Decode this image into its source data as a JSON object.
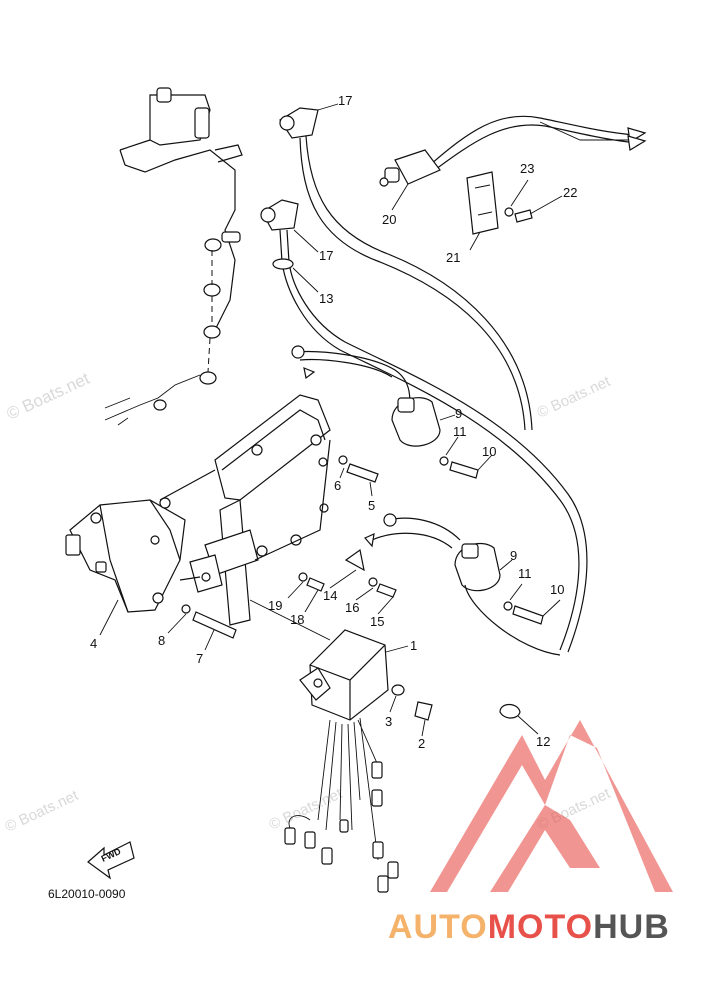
{
  "drawing_code": "6L20010-0090",
  "watermarks": [
    "© Boats.net",
    "© Boats.net",
    "© Boats.net",
    "© Boats.net",
    "© Boats.net"
  ],
  "fwd_label": "FWD",
  "logo": {
    "part1": "AUTO",
    "part2": "MOTO",
    "part3": "HUB",
    "color_light": "#f5b26b",
    "color_mid": "#e8504a",
    "color_dark": "#555555"
  },
  "callouts": [
    {
      "id": "c17a",
      "text": "17"
    },
    {
      "id": "c17b",
      "text": "17"
    },
    {
      "id": "c13",
      "text": "13"
    },
    {
      "id": "c20",
      "text": "20"
    },
    {
      "id": "c21",
      "text": "21"
    },
    {
      "id": "c22",
      "text": "22"
    },
    {
      "id": "c23",
      "text": "23"
    },
    {
      "id": "c9a",
      "text": "9"
    },
    {
      "id": "c11a",
      "text": "11"
    },
    {
      "id": "c10a",
      "text": "10"
    },
    {
      "id": "c6",
      "text": "6"
    },
    {
      "id": "c5",
      "text": "5"
    },
    {
      "id": "c9b",
      "text": "9"
    },
    {
      "id": "c11b",
      "text": "11"
    },
    {
      "id": "c10b",
      "text": "10"
    },
    {
      "id": "c14",
      "text": "14"
    },
    {
      "id": "c16",
      "text": "16"
    },
    {
      "id": "c15",
      "text": "15"
    },
    {
      "id": "c19",
      "text": "19"
    },
    {
      "id": "c18",
      "text": "18"
    },
    {
      "id": "c4",
      "text": "4"
    },
    {
      "id": "c8",
      "text": "8"
    },
    {
      "id": "c7",
      "text": "7"
    },
    {
      "id": "c1",
      "text": "1"
    },
    {
      "id": "c3",
      "text": "3"
    },
    {
      "id": "c2",
      "text": "2"
    },
    {
      "id": "c12",
      "text": "12"
    }
  ]
}
